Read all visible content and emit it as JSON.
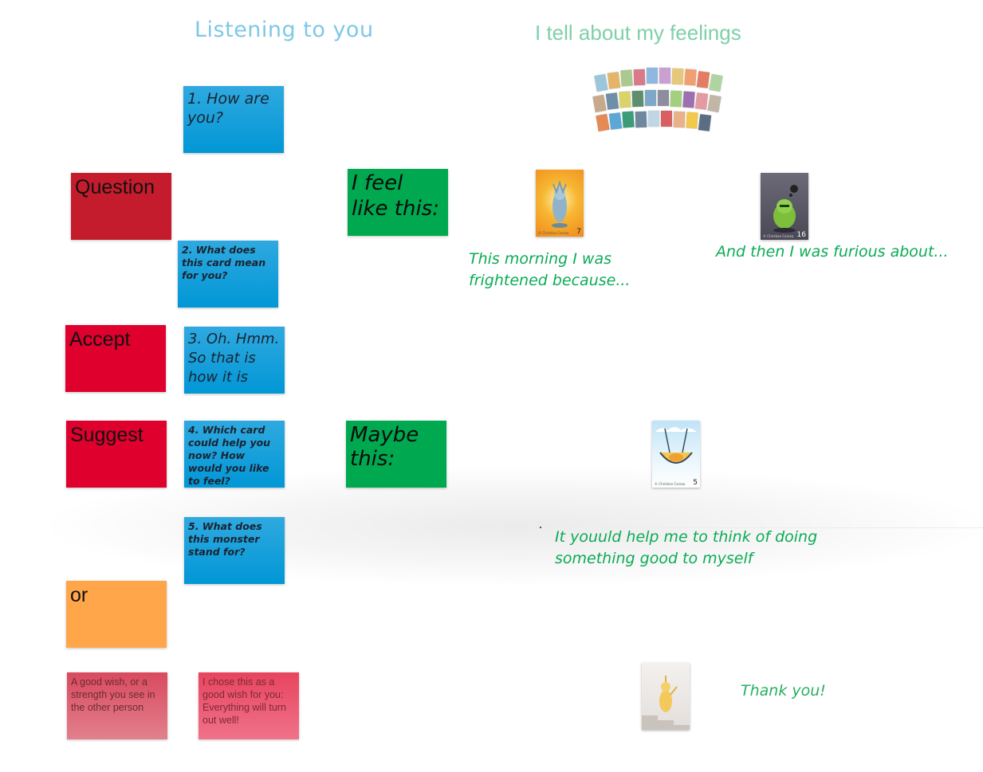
{
  "headings": {
    "left": "Listening to you",
    "right": "I tell about my feelings"
  },
  "notes": {
    "q1": "1. How are you?",
    "q2": "2. What does this card mean for you?",
    "q3": "3. Oh. Hmm. So that is how it is",
    "q4": "4. Which card could help you now? How would you like to feel?",
    "q5": "5. What does this monster stand for?",
    "question": "Question",
    "accept": "Accept",
    "suggest": "Suggest",
    "or": "or",
    "feel": "I feel like this:",
    "maybe": "Maybe this:",
    "wish_hint": "A good wish, or a strength you see in the other person",
    "wish_example": "I chose this as a good wish for you: Everything will turn out well!"
  },
  "texts": {
    "frightened": "This morning I was frightened because...",
    "furious": "And then I was furious about...",
    "good_to_myself": "It youuld help me to think of doing something good to myself",
    "thanks": "Thank you!"
  },
  "cards": {
    "fear": {
      "number": "7",
      "copyright": "© Christian Carasa",
      "icon": "frightened-monster-card"
    },
    "anger": {
      "number": "16",
      "copyright": "© Christian Carasa",
      "icon": "furious-monster-card"
    },
    "hammock": {
      "number": "5",
      "copyright": "© Christian Carasa",
      "icon": "relaxed-monster-card"
    },
    "stairs": {
      "icon": "waving-monster-card"
    },
    "deck_icon": "card-deck-fan"
  },
  "colors": {
    "blue_note": "#0197d6",
    "red_note": "#e0002d",
    "green_note": "#00a84f",
    "orange_note": "#ffa64a",
    "green_text": "#0bab55"
  }
}
